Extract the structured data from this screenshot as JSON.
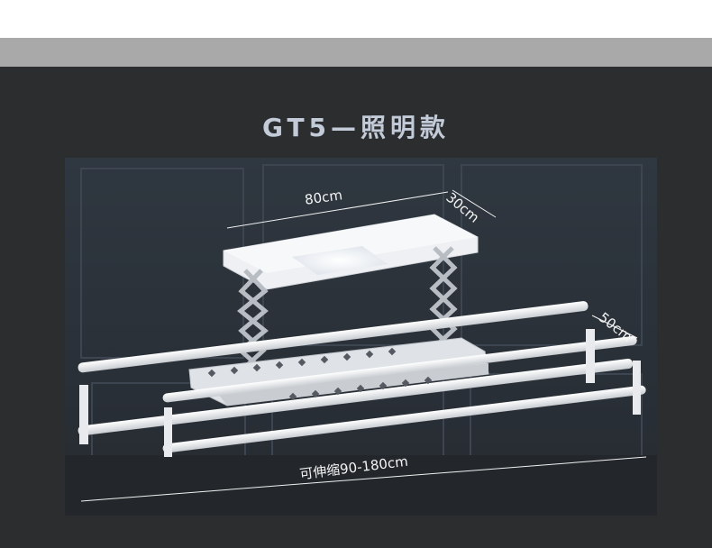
{
  "title": "GT5—照明款",
  "dimensions": {
    "width": "80cm",
    "depth": "30cm",
    "rod_spacing": "50cm",
    "extension": "可伸缩90-180cm"
  },
  "colors": {
    "gray_band": "#a9a9a9",
    "panel_bg": "#2c2d2f",
    "title_color": "#c3cbd8"
  }
}
